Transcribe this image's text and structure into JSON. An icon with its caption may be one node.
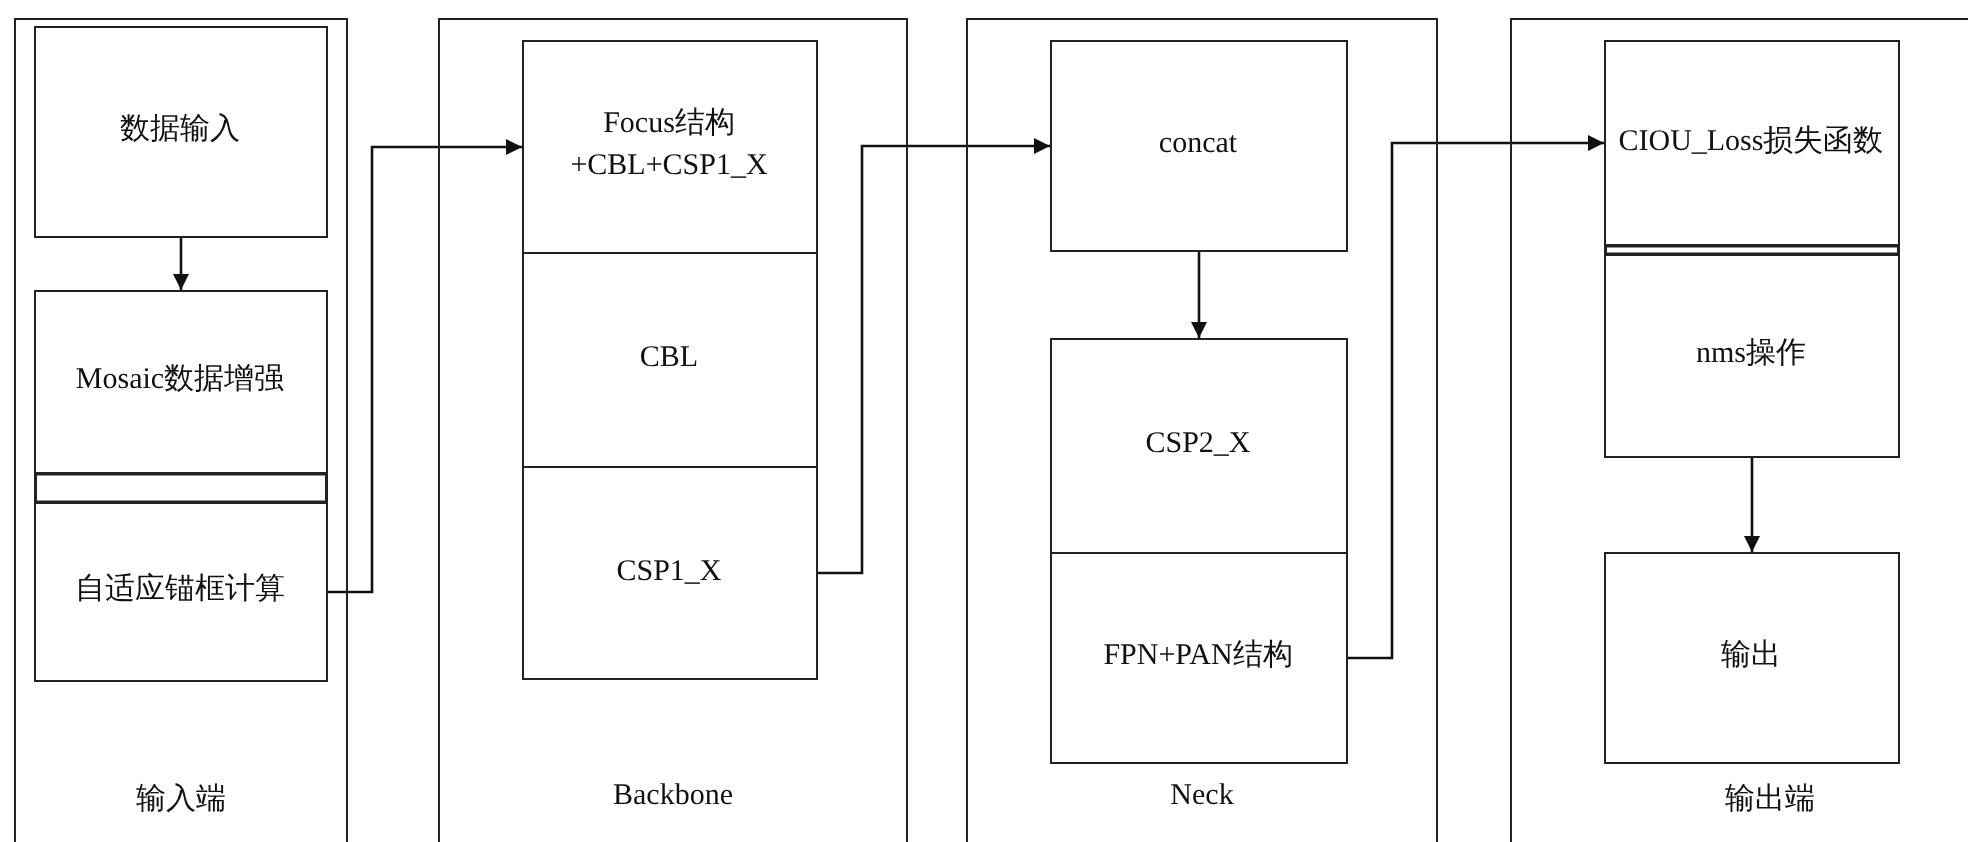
{
  "diagram": {
    "nodes": [
      {
        "text": [
          "输入端"
        ]
      },
      {
        "text": [
          "数据输入"
        ],
        "in": 0
      },
      {
        "text": [
          "Mosaic数据增强"
        ],
        "in": 0
      },
      {
        "text": [
          "自适应锚框计算"
        ],
        "in": 0
      },
      {
        "text": [
          "Backbone"
        ]
      },
      {
        "text": [
          "Focus结构 +CBL+CSP1_X"
        ],
        "in": 4
      },
      {
        "text": [
          "CBL"
        ],
        "in": 4
      },
      {
        "text": [
          "CSP1_X"
        ],
        "in": 4
      },
      {
        "text": [
          "Neck"
        ]
      },
      {
        "text": [
          "concat"
        ],
        "in": 8
      },
      {
        "text": [
          "CSP2_X"
        ],
        "in": 8
      },
      {
        "text": [
          "FPN+PAN结构"
        ],
        "in": 8
      },
      {
        "text": [
          "输出端"
        ]
      },
      {
        "text": [
          "CIOU_Loss损失函数"
        ],
        "in": 12
      },
      {
        "text": [
          "nms操作"
        ],
        "in": 12
      },
      {
        "text": [
          "输出"
        ],
        "in": 12
      }
    ],
    "edges": [
      {
        "from": 1,
        "to": 2,
        "arrow": "to"
      },
      {
        "from": 3,
        "to": 5,
        "arrow": "to"
      },
      {
        "from": 7,
        "to": 9,
        "arrow": "to"
      },
      {
        "from": 9,
        "to": 10,
        "arrow": "to"
      },
      {
        "from": 11,
        "to": 13,
        "arrow": "to"
      },
      {
        "from": 14,
        "to": 15,
        "arrow": "to"
      }
    ]
  }
}
